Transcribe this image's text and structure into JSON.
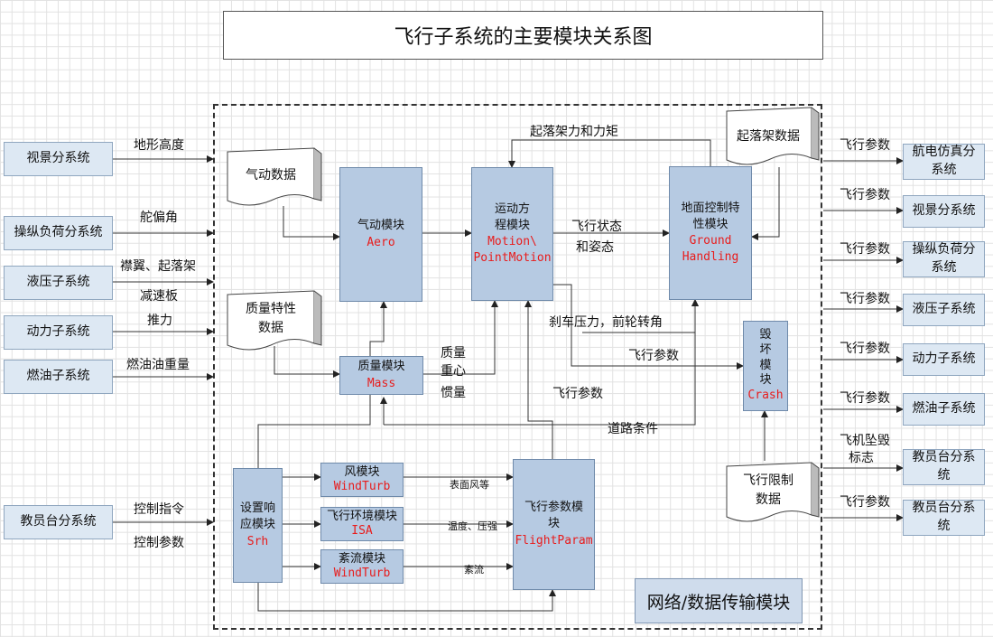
{
  "title": "飞行子系统的主要模块关系图",
  "left_systems": [
    {
      "id": "visual",
      "label": "视景分系统"
    },
    {
      "id": "control_load",
      "label": "操纵负荷分系统"
    },
    {
      "id": "hydraulic",
      "label": "液压子系统"
    },
    {
      "id": "power",
      "label": "动力子系统"
    },
    {
      "id": "fuel",
      "label": "燃油子系统"
    },
    {
      "id": "instructor",
      "label": "教员台分系统"
    }
  ],
  "left_signals": {
    "terrain_height": "地形高度",
    "rudder_angle": "舵偏角",
    "flap_gear": "襟翼、起落架",
    "speedbrake": "减速板",
    "thrust": "推力",
    "fuel_weight": "燃油油重量",
    "control_cmd": "控制指令",
    "control_param": "控制参数"
  },
  "right_systems": [
    {
      "id": "avionics",
      "line1": "航电仿真分",
      "line2": "系统",
      "signal": "飞行参数"
    },
    {
      "id": "visual_r",
      "line1": "视景分系统",
      "line2": "",
      "signal": "飞行参数"
    },
    {
      "id": "control_load_r",
      "line1": "操纵负荷分",
      "line2": "系统",
      "signal": "飞行参数"
    },
    {
      "id": "hydraulic_r",
      "line1": "液压子系统",
      "line2": "",
      "signal": "飞行参数"
    },
    {
      "id": "power_r",
      "line1": "动力子系统",
      "line2": "",
      "signal": "飞行参数"
    },
    {
      "id": "fuel_r",
      "line1": "燃油子系统",
      "line2": "",
      "signal": "飞行参数"
    },
    {
      "id": "instructor_r1",
      "line1": "教员台分系",
      "line2": "统",
      "signal_line1": "飞机坠毁",
      "signal_line2": "标志"
    },
    {
      "id": "instructor_r2",
      "line1": "教员台分系",
      "line2": "统",
      "signal": "飞行参数"
    }
  ],
  "data_docs": {
    "aero_data": "气动数据",
    "mass_data_1": "质量特性",
    "mass_data_2": "数据",
    "gear_data": "起落架数据",
    "limit_data_1": "飞行限制",
    "limit_data_2": "数据"
  },
  "modules": {
    "aero": {
      "cn": "气动模块",
      "en": "Aero"
    },
    "motion": {
      "cn1": "运动方",
      "cn2": "程模块",
      "en1": "Motion\\",
      "en2": "PointMotion"
    },
    "ground": {
      "cn1": "地面控制特",
      "cn2": "性模块",
      "en1": "Ground",
      "en2": "Handling"
    },
    "mass": {
      "cn": "质量模块",
      "en": "Mass"
    },
    "crash": {
      "cn1": "毁",
      "cn2": "坏",
      "cn3": "模",
      "cn4": "块",
      "en": "Crash"
    },
    "srh": {
      "cn1": "设置响",
      "cn2": "应模块",
      "en": "Srh"
    },
    "wind": {
      "cn": "风模块",
      "en": "WindTurb"
    },
    "isa": {
      "cn": "飞行环境模块",
      "en": "ISA"
    },
    "turb": {
      "cn": "紊流模块",
      "en": "WindTurb"
    },
    "flightparam": {
      "cn1": "飞行参数模",
      "cn2": "块",
      "en": "FlightParam"
    }
  },
  "inner_labels": {
    "gear_force": "起落架力和力矩",
    "flight_state_1": "飞行状态",
    "flight_state_2": "和姿态",
    "brake": "刹车压力，前轮转角",
    "flight_params_a": "飞行参数",
    "flight_params_b": "飞行参数",
    "mass_cg_1": "质量",
    "mass_cg_2": "重心",
    "inertia": "惯量",
    "road": "道路条件",
    "surface_wind": "表面风等",
    "temp_pressure": "温度、压强",
    "turbulence": "紊流"
  },
  "network_module": "网络/数据传输模块"
}
